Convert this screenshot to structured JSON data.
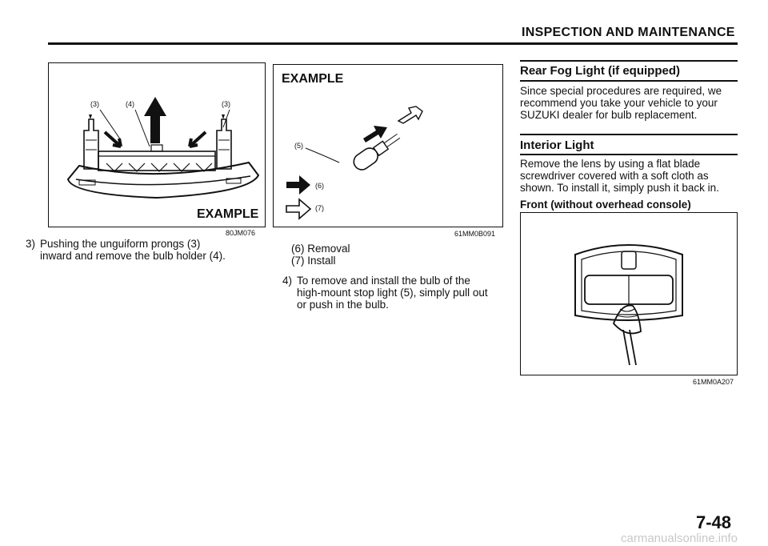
{
  "header": {
    "section_title": "INSPECTION AND MAINTENANCE"
  },
  "left_column": {
    "figure": {
      "callouts": [
        "(3)",
        "(4)",
        "(3)"
      ],
      "example_label": "EXAMPLE",
      "code": "80JM076"
    },
    "step": {
      "number": "3)",
      "text_line1": "Pushing  the  unguiform  prongs  (3)",
      "text_line2": "inward and remove the bulb holder (4)."
    }
  },
  "middle_column": {
    "figure": {
      "example_label": "EXAMPLE",
      "callout_5": "(5)",
      "callout_6": "(6)",
      "callout_7": "(7)",
      "code": "61MM0B091"
    },
    "legend": [
      "(6) Removal",
      "(7) Install"
    ],
    "step": {
      "number": "4)",
      "text_line1": "To remove and install the bulb of the",
      "text_line2": "high-mount stop light (5), simply pull out",
      "text_line3": "or push in the bulb."
    }
  },
  "right_column": {
    "rear_fog": {
      "title": "Rear Fog Light (if equipped)",
      "line1": "Since special procedures are required, we",
      "line2": "recommend you take your vehicle to your",
      "line3": "SUZUKI dealer for bulb replacement."
    },
    "interior": {
      "title": "Interior Light",
      "line1": "Remove the lens by using a flat blade",
      "line2": "screwdriver covered with a soft cloth as",
      "line3": "shown. To install it, simply push it back in.",
      "subheading": "Front (without overhead console)"
    },
    "figure": {
      "code": "61MM0A207"
    }
  },
  "footer": {
    "page_number": "7-48",
    "watermark": "carmanualsonline.info"
  }
}
